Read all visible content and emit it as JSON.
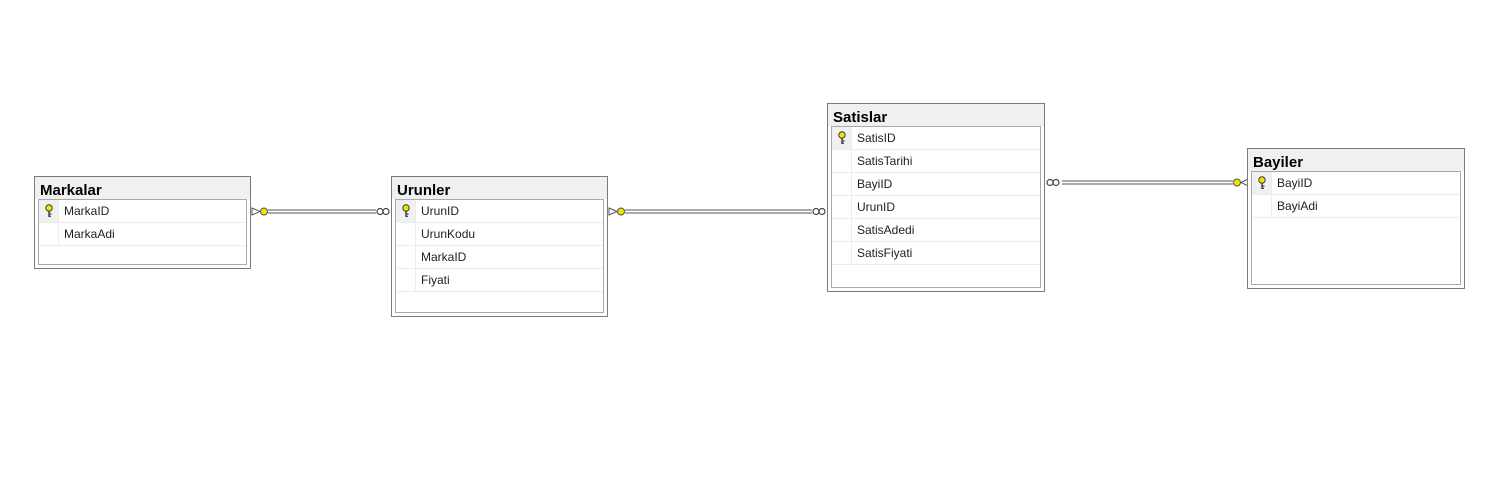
{
  "tables": [
    {
      "id": "markalar",
      "title": "Markalar",
      "columns": [
        {
          "name": "MarkaID",
          "pk": true
        },
        {
          "name": "MarkaAdi",
          "pk": false
        }
      ]
    },
    {
      "id": "urunler",
      "title": "Urunler",
      "columns": [
        {
          "name": "UrunID",
          "pk": true
        },
        {
          "name": "UrunKodu",
          "pk": false
        },
        {
          "name": "MarkaID",
          "pk": false
        },
        {
          "name": "Fiyati",
          "pk": false
        }
      ]
    },
    {
      "id": "satislar",
      "title": "Satislar",
      "columns": [
        {
          "name": "SatisID",
          "pk": true
        },
        {
          "name": "SatisTarihi",
          "pk": false
        },
        {
          "name": "BayiID",
          "pk": false
        },
        {
          "name": "UrunID",
          "pk": false
        },
        {
          "name": "SatisAdedi",
          "pk": false
        },
        {
          "name": "SatisFiyati",
          "pk": false
        }
      ]
    },
    {
      "id": "bayiler",
      "title": "Bayiler",
      "columns": [
        {
          "name": "BayiID",
          "pk": true
        },
        {
          "name": "BayiAdi",
          "pk": false
        }
      ]
    }
  ],
  "relationships": [
    {
      "from": "markalar",
      "to": "urunler",
      "one_side": "markalar",
      "many_side": "urunler"
    },
    {
      "from": "urunler",
      "to": "satislar",
      "one_side": "urunler",
      "many_side": "satislar"
    },
    {
      "from": "satislar",
      "to": "bayiler",
      "one_side": "bayiler",
      "many_side": "satislar"
    }
  ],
  "colors": {
    "key": "#f2e200",
    "border": "#7a7a7a",
    "header": "#f0f0f0"
  },
  "icons": {
    "primary_key": "key-icon",
    "one_end": "key-icon",
    "many_end": "infinity-icon"
  }
}
